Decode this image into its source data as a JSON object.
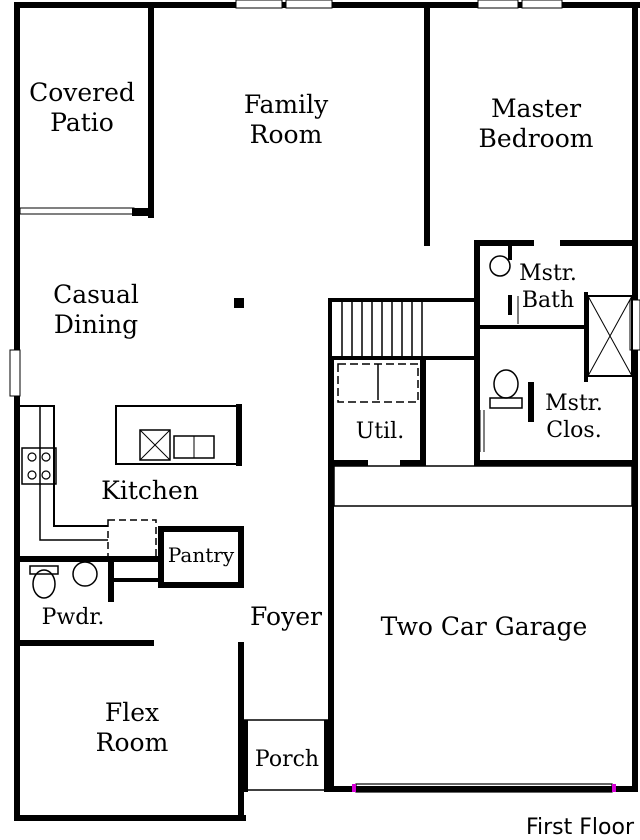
{
  "plan": {
    "rooms": {
      "covered_patio": "Covered\nPatio",
      "family_room": "Family\nRoom",
      "master_bedroom": "Master\nBedroom",
      "casual_dining": "Casual\nDining",
      "mstr_bath": "Mstr.\nBath",
      "mstr_clos": "Mstr.\nClos.",
      "util": "Util.",
      "kitchen": "Kitchen",
      "pantry": "Pantry",
      "pwdr": "Pwdr.",
      "foyer": "Foyer",
      "two_car_garage": "Two Car Garage",
      "flex_room": "Flex\nRoom",
      "porch": "Porch"
    },
    "floor_title": "First Floor",
    "colors": {
      "wall": "#000000",
      "background": "#ffffff",
      "garage_door_accent": "#d400d4"
    }
  }
}
